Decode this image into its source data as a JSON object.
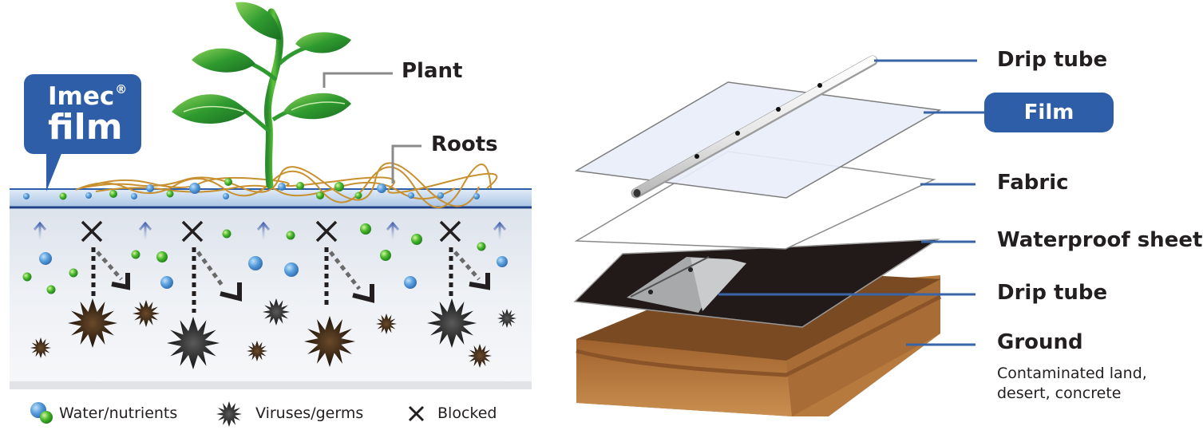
{
  "left_panel": {
    "callout": {
      "line1": "Imec",
      "reg_mark": "®",
      "line2": "film"
    },
    "labels": {
      "plant": "Plant",
      "roots": "Roots"
    },
    "legend": [
      {
        "icon": "water-nutrients-icon",
        "label": "Water/nutrients"
      },
      {
        "icon": "virus-germ-icon",
        "label": "Viruses/germs"
      },
      {
        "icon": "blocked-x-icon",
        "label": "Blocked"
      }
    ]
  },
  "right_panel": {
    "layers": [
      {
        "label": "Drip tube"
      },
      {
        "label": "Film",
        "highlighted": true
      },
      {
        "label": "Fabric"
      },
      {
        "label": "Waterproof sheet"
      },
      {
        "label": "Drip tube"
      },
      {
        "label": "Ground",
        "sublabel_line1": "Contaminated land,",
        "sublabel_line2": "desert, concrete"
      }
    ]
  },
  "colors": {
    "brand_blue": "#2e5ea8",
    "leader_line_blue": "#3a64a8",
    "leader_line_gray": "#8a8a8a",
    "leaf_green": "#3aa63a",
    "soil_brown": "#8a5529",
    "water_blue": "#5b9bd5",
    "nutrient_green": "#4cb82e"
  }
}
